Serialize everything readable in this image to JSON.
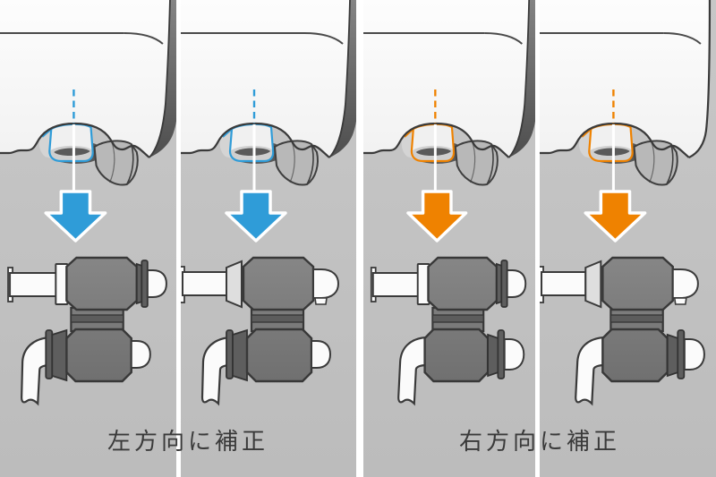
{
  "diagram": {
    "type": "instruction-diagram",
    "description_visible_text_only": true,
    "groups": [
      {
        "id": "left-correction",
        "caption": "左方向に補正",
        "accent": "#2f9cd8",
        "panel_count": 2
      },
      {
        "id": "right-correction",
        "caption": "右方向に補正",
        "accent": "#ef8200",
        "panel_count": 2
      }
    ],
    "icons": [
      {
        "name": "down-arrow-icon",
        "shape": "block-arrow-down",
        "colors": [
          "#2f9cd8",
          "#ef8200"
        ],
        "outline": "#ffffff"
      },
      {
        "name": "alignment-dashed-line",
        "shape": "vertical-dashed-line"
      }
    ],
    "colors": {
      "background": "#c3c3c3",
      "divider": "#ffffff",
      "outline": "#3a3a3a",
      "seam": "#4a4a4a",
      "body": "#fafafa",
      "block": "#7d7d7d",
      "block_dark": "#5e5e5e",
      "flap": "#b8b8b8",
      "hose": "#fbfbfb",
      "dial_face": "#f0f0f0",
      "dial_opening": "#5a5a5a",
      "text": "#3a3a3a"
    }
  }
}
